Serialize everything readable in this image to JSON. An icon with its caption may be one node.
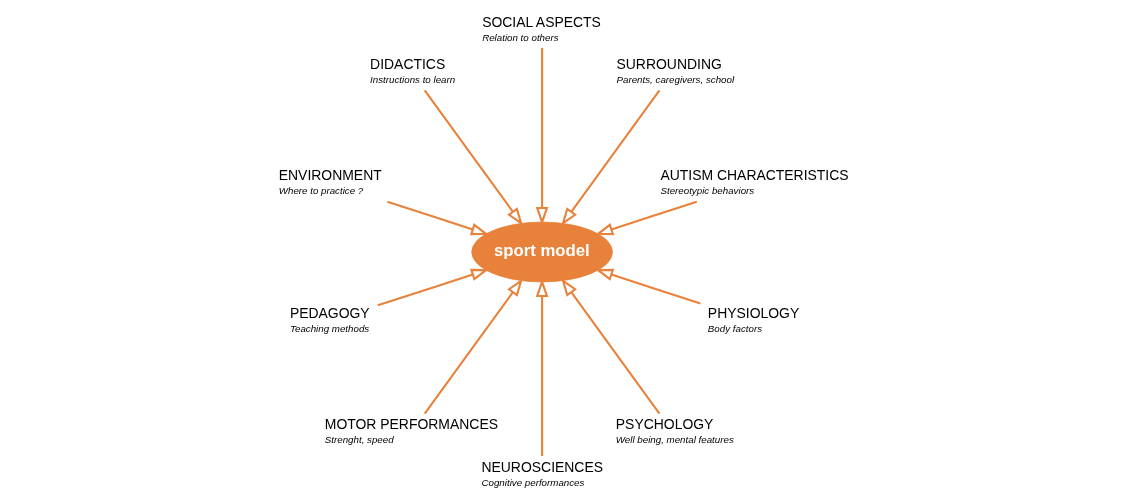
{
  "diagram": {
    "nodes": [
      {
        "text": [
          "AUTISM CHARACTERISTICS",
          "Stereotypic behaviors"
        ]
      },
      {
        "text": [
          "SURROUNDING",
          "Parents, caregivers, school"
        ]
      },
      {
        "text": [
          "SOCIAL ASPECTS",
          "Relation to others"
        ]
      },
      {
        "text": [
          "DIDACTICS",
          "Instructions to learn"
        ]
      },
      {
        "text": [
          "ENVIRONMENT",
          "Where to practice ?"
        ]
      },
      {
        "text": [
          "sport model"
        ]
      },
      {
        "text": [
          "PEDAGOGY",
          "Teaching methods"
        ]
      },
      {
        "text": [
          "MOTOR PERFORMANCES",
          "Strenght, speed"
        ]
      },
      {
        "text": [
          "NEUROSCIENCES",
          "Cognitive performances"
        ]
      },
      {
        "text": [
          "PSYCHOLOGY",
          "Well being, mental features"
        ]
      },
      {
        "text": [
          "PHYSIOLOGY",
          "Body factors"
        ]
      }
    ],
    "edges": [
      {
        "from": 0,
        "to": 5,
        "arrow": "to"
      },
      {
        "from": 1,
        "to": 5,
        "arrow": "to"
      },
      {
        "from": 2,
        "to": 5,
        "arrow": "to"
      },
      {
        "from": 3,
        "to": 5,
        "arrow": "to"
      },
      {
        "from": 4,
        "to": 5,
        "arrow": "to"
      },
      {
        "from": 6,
        "to": 5,
        "arrow": "to"
      },
      {
        "from": 7,
        "to": 5,
        "arrow": "to"
      },
      {
        "from": 8,
        "to": 5,
        "arrow": "to"
      },
      {
        "from": 9,
        "to": 5,
        "arrow": "to"
      },
      {
        "from": 10,
        "to": 5,
        "arrow": "to"
      }
    ]
  }
}
